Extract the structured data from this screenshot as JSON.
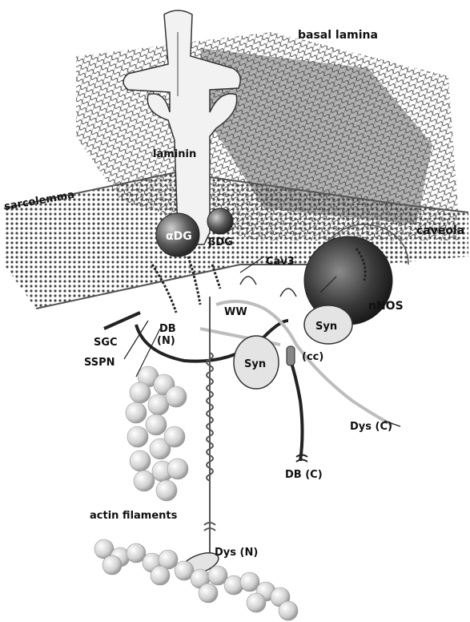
{
  "labels": {
    "basal_lamina": "basal lamina",
    "laminin": "laminin",
    "sarcolemma": "sarcolemma",
    "caveola": "caveola",
    "alpha_dg": "αDG",
    "beta_dg": "βDG",
    "cav3": "Cav3",
    "ww": "WW",
    "nnos": "nNOS",
    "syn_right": "Syn",
    "syn_left": "Syn",
    "cc": "(cc)",
    "sgc": "SGC",
    "db_n_top": "DB",
    "db_n_bottom": "(N)",
    "sspn": "SSPN",
    "dys_c": "Dys (C)",
    "db_c": "DB (C)",
    "actin_filaments": "actin filaments",
    "dys_n": "Dys (N)"
  },
  "colors": {
    "mesh": "#333333",
    "membrane": "#555555",
    "alpha_dg_sphere": "#5a5a5a",
    "nnos_sphere": "#3a3a3a",
    "laminin_fill": "#f2f2f2",
    "syn_fill": "#e4e4e4",
    "actin_bead": "#d8d8d8",
    "dys_rod": "#bdbdbd",
    "db_line": "#222222"
  }
}
